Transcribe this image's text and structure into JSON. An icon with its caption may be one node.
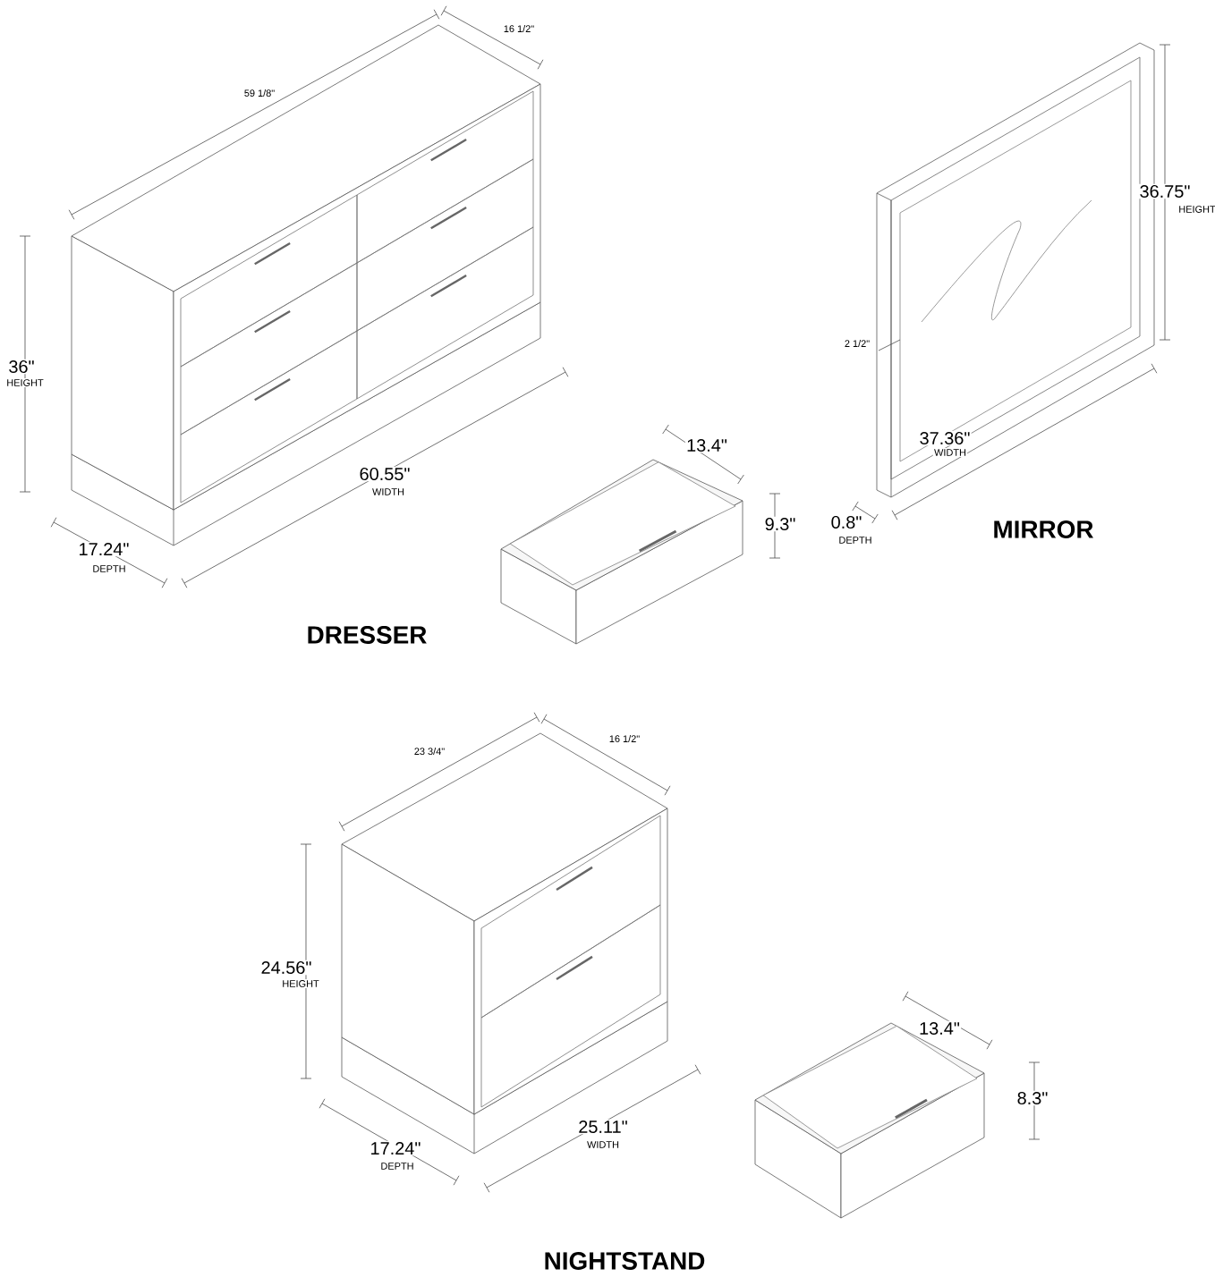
{
  "diagram": {
    "labels": [
      "16 1/2\"",
      "59 1/8\"",
      "36.75\"",
      "HEIGHT",
      "36\"",
      "HEIGHT",
      "2 1/2\"",
      "37.36\"",
      "WIDTH",
      "60.55\"",
      "WIDTH",
      "13.4\"",
      "9.3\"",
      "0.8\"",
      "DEPTH",
      "MIRROR",
      "17.24\"",
      "DEPTH",
      "DRESSER",
      "23 3/4\"",
      "16 1/2\"",
      "24.56\"",
      "HEIGHT",
      "13.4\"",
      "25.11\"",
      "WIDTH",
      "8.3\"",
      "17.24\"",
      "DEPTH",
      "NIGHTSTAND"
    ]
  }
}
